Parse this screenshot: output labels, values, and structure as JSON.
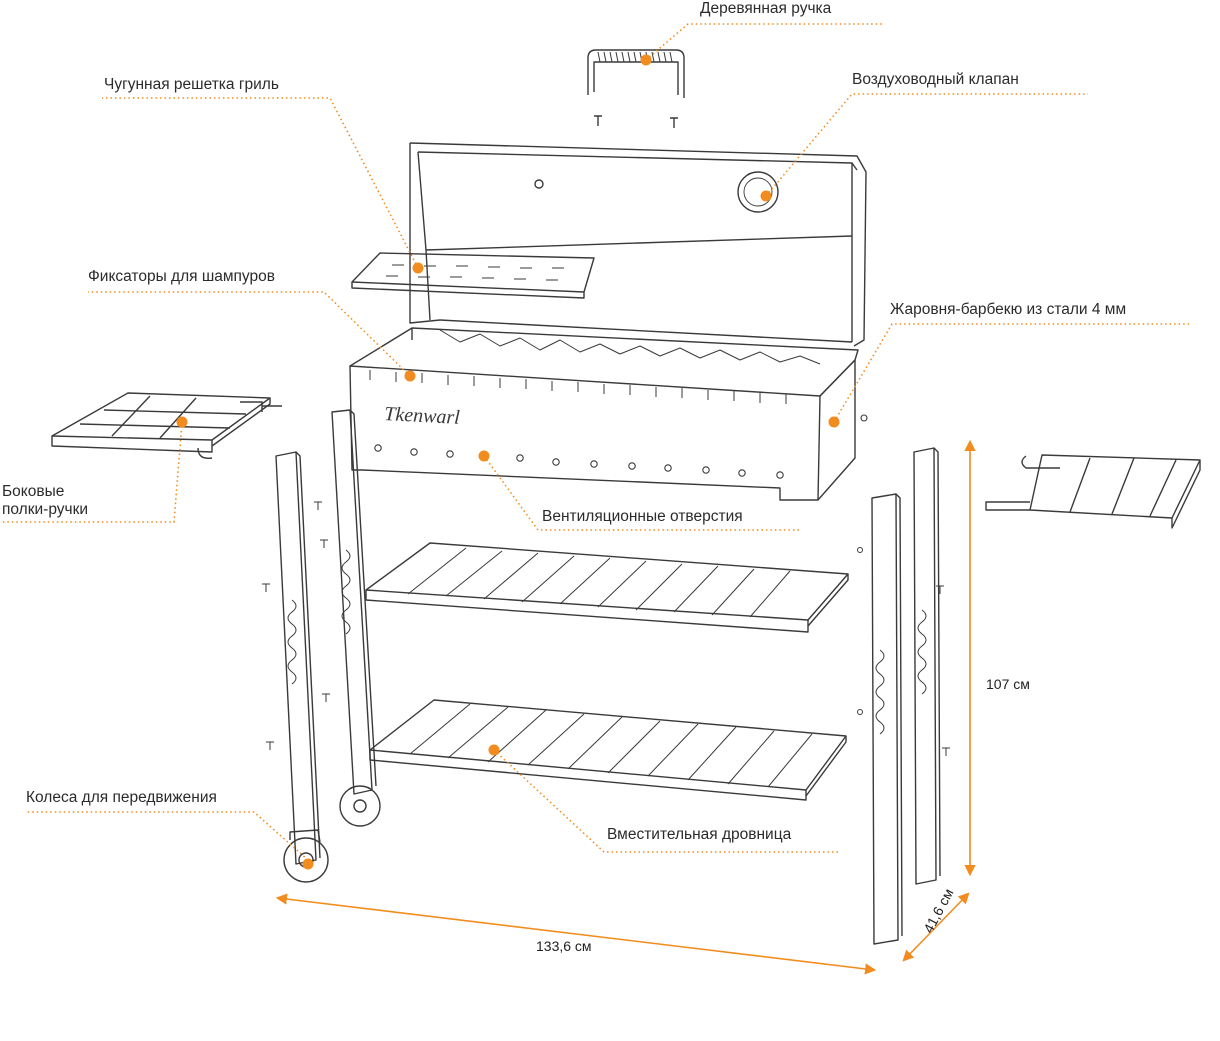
{
  "labels": {
    "wooden_handle": "Деревянная ручка",
    "cast_iron_grate": "Чугунная решетка гриль",
    "air_valve": "Воздуховодный клапан",
    "skewer_holders": "Фиксаторы для шампуров",
    "bbq_body": "Жаровня-барбекю из стали 4 мм",
    "side_shelves_line1": "Боковые",
    "side_shelves_line2": "полки-ручки",
    "vent_holes": "Вентиляционные отверстия",
    "wheels": "Колеса для передвижения",
    "firewood_rack": "Вместительная дровница"
  },
  "dimensions": {
    "height": "107 см",
    "width": "133,6 см",
    "depth": "41,6 см"
  },
  "brand_logo_text": "Tkenwarl",
  "colors": {
    "accent": "#f28c1e",
    "line": "#3a3a3a",
    "text": "#2b2b2b"
  }
}
